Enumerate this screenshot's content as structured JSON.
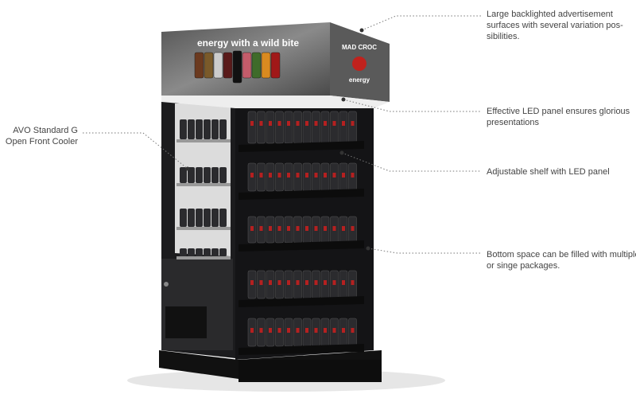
{
  "callouts": {
    "advertisement": "Large backlighted advertisement surfaces with several variation pos-sibilities.",
    "led_panel": "Effective LED panel ensures glorious presentations",
    "shelf": "Adjustable shelf with LED panel",
    "bottom_space": "Bottom space can be filled with multiple or singe packages.",
    "cooler": "AVO Standard G Open Front Cooler"
  },
  "sign": {
    "slogan": "energy with a wild bite",
    "brand": "MAD CROC",
    "brand_sub": "energy"
  },
  "colors": {
    "cabinet": "#1c1c1e",
    "sign": "#6e6e6e",
    "accent": "#c0221d"
  }
}
